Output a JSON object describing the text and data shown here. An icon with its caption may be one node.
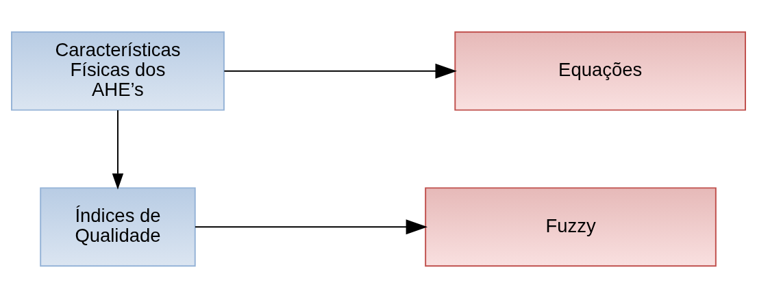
{
  "diagram": {
    "nodes": [
      {
        "text": [
          "Características Físicas dos AHE’s"
        ]
      },
      {
        "text": [
          "Equações"
        ]
      },
      {
        "text": [
          "Índices de Qualidade"
        ]
      },
      {
        "text": [
          "Fuzzy"
        ]
      }
    ],
    "edges": [
      {
        "from": 0,
        "to": 1,
        "arrow": "to"
      },
      {
        "from": 0,
        "to": 2,
        "arrow": "to"
      },
      {
        "from": 2,
        "to": 3,
        "arrow": "to"
      }
    ]
  }
}
